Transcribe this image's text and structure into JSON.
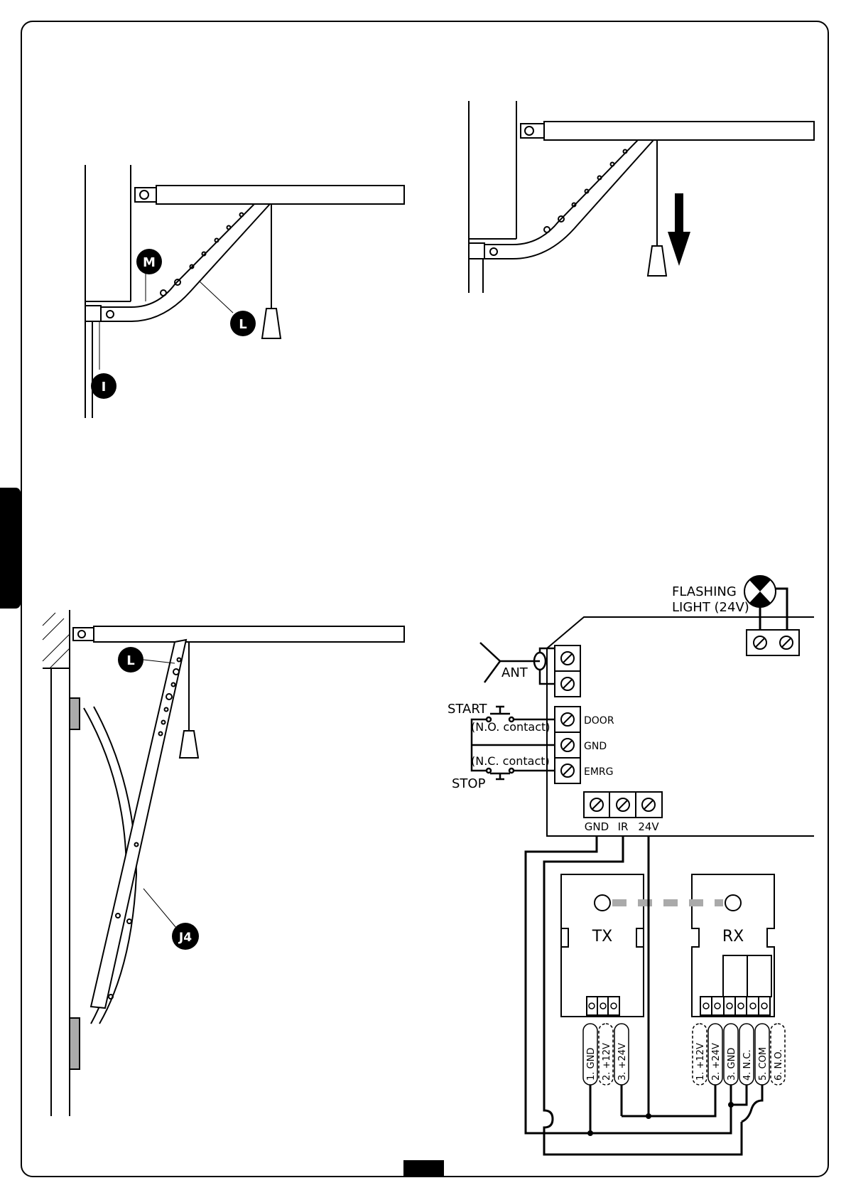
{
  "callouts": {
    "M": "M",
    "L_top": "L",
    "I": "I",
    "L_bottom": "L",
    "J4": "J4"
  },
  "wiring": {
    "flashing_light_line1": "FLASHING",
    "flashing_light_line2": "LIGHT (24V)",
    "antenna": "ANT",
    "start": "START",
    "start_contact": "(N.O. contact)",
    "stop": "STOP",
    "stop_contact": "(N.C. contact)",
    "terminals_right": [
      "DOOR",
      "GND",
      "EMRG"
    ],
    "terminals_bottom": [
      "GND",
      "IR",
      "24V"
    ],
    "tx_label": "TX",
    "rx_label": "RX",
    "tx_pins": [
      "1. GND",
      "2. +12V",
      "3. +24V"
    ],
    "rx_pins": [
      "1. +12V",
      "2. +24V",
      "3. GND",
      "4. N.C.",
      "5. COM",
      "6. N.O."
    ]
  }
}
